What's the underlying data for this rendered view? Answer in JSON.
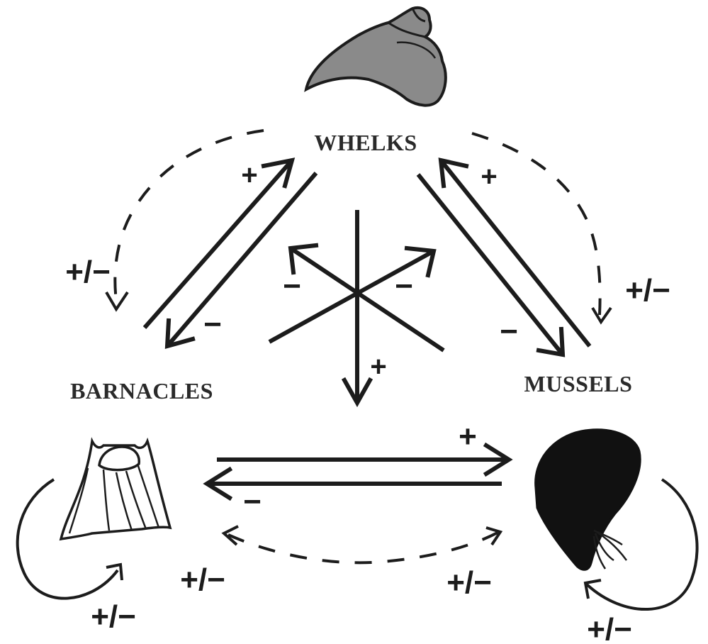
{
  "nodes": {
    "whelks": "WHELKS",
    "barnacles": "BARNACLES",
    "mussels": "MUSSELS"
  },
  "signs": {
    "whelks_from_barnacles": "+",
    "barnacles_from_whelks": "−",
    "whelks_from_mussels": "+",
    "mussels_from_whelks": "−",
    "center_barnacles": "−",
    "center_mussels": "−",
    "center_whelks_down": "+",
    "mussels_from_barnacles": "+",
    "barnacles_from_mussels": "−",
    "indirect_whelks_barnacles": "+/−",
    "indirect_whelks_mussels": "+/−",
    "indirect_barnacles_mussels_left": "+/−",
    "indirect_barnacles_mussels_right": "+/−",
    "self_barnacles": "+/−",
    "self_mussels": "+/−"
  },
  "colors": {
    "ink": "#1c1c1c",
    "whelk_shell": "#8a8a8a",
    "mussel_shell": "#111111",
    "label": "#2a2a2a"
  }
}
